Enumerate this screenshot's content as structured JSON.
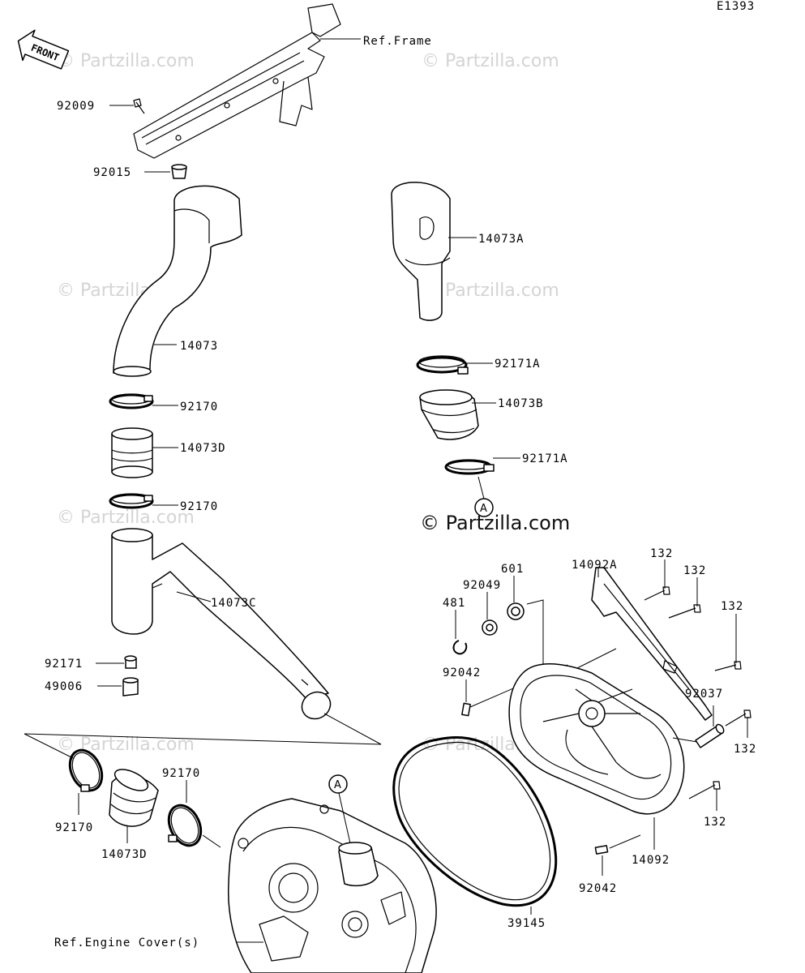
{
  "diagram_code": "E1393",
  "front_label": "FRONT",
  "watermark": {
    "main": "© Partzilla.com",
    "faint": "© Partzilla.com"
  },
  "refs": {
    "frame": "Ref.Frame",
    "engine_cover": "Ref.Engine Cover(s)"
  },
  "callouts": {
    "a_top": "A",
    "a_bottom": "A"
  },
  "parts": {
    "p92009": "92009",
    "p92015": "92015",
    "p14073": "14073",
    "p92170_a": "92170",
    "p14073D_a": "14073D",
    "p92170_b": "92170",
    "p14073C": "14073C",
    "p92171": "92171",
    "p49006": "49006",
    "p14073A": "14073A",
    "p92171A_a": "92171A",
    "p14073B": "14073B",
    "p92171A_b": "92171A",
    "p14092A": "14092A",
    "p132_a": "132",
    "p132_b": "132",
    "p132_c": "132",
    "p601": "601",
    "p92049": "92049",
    "p481": "481",
    "p92042_a": "92042",
    "p92037": "92037",
    "p132_d": "132",
    "p132_e": "132",
    "p14092": "14092",
    "p92042_b": "92042",
    "p39145": "39145",
    "p92170_c": "92170",
    "p92170_d": "92170",
    "p14073D_b": "14073D"
  }
}
